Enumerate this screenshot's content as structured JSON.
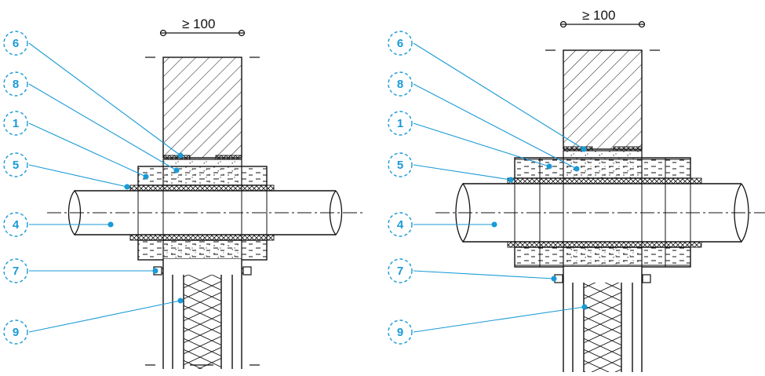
{
  "accent_color": "#1a9ad6",
  "line_color": "#111111",
  "diagrams": [
    {
      "dimension_label": "≥ 100",
      "callouts": [
        "6",
        "8",
        "1",
        "5",
        "4",
        "7",
        "9"
      ]
    },
    {
      "dimension_label": "≥ 100",
      "callouts": [
        "6",
        "8",
        "1",
        "5",
        "4",
        "7",
        "9"
      ]
    }
  ]
}
